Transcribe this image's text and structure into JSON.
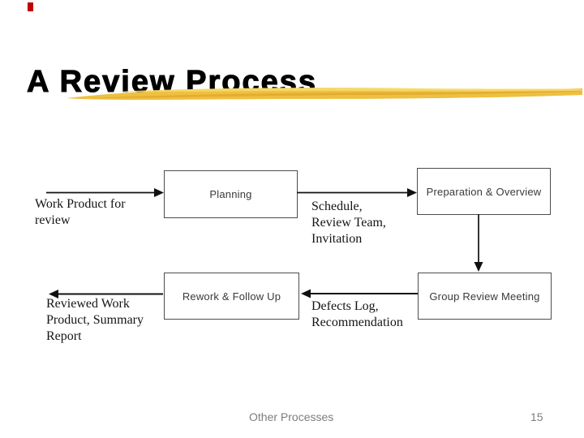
{
  "slide": {
    "title": "A Review Process",
    "footer": {
      "label": "Other Processes",
      "page_number": "15"
    },
    "colors": {
      "marker_red": "#c00000",
      "swoosh_yellow_main": "#eec041",
      "swoosh_yellow_dark": "#e0a62b",
      "swoosh_yellow_light": "#f6d968",
      "title_black": "#000000",
      "footer_gray": "#7d7d7d",
      "box_border_gray": "#4d4d4d"
    }
  },
  "diagram": {
    "boxes": [
      {
        "id": "planning",
        "label": "Planning"
      },
      {
        "id": "preparation",
        "label": "Preparation & Overview"
      },
      {
        "id": "group-review",
        "label": "Group Review Meeting"
      },
      {
        "id": "rework",
        "label": "Rework & Follow Up"
      }
    ],
    "annotations": [
      {
        "id": "work-product-input",
        "lines": [
          "Work Product for",
          "review"
        ]
      },
      {
        "id": "schedule-output",
        "lines": [
          "Schedule,",
          "Review Team,",
          "Invitation"
        ]
      },
      {
        "id": "defects-output",
        "lines": [
          "Defects Log,",
          "Recommendation"
        ]
      },
      {
        "id": "reviewed-output",
        "lines": [
          "Reviewed Work",
          "Product, Summary",
          "Report"
        ]
      }
    ],
    "flows": [
      {
        "from": "work-product-input",
        "to": "planning"
      },
      {
        "from": "planning",
        "to": "preparation"
      },
      {
        "from": "preparation",
        "to": "group-review"
      },
      {
        "from": "group-review",
        "to": "rework"
      },
      {
        "from": "rework",
        "to": "reviewed-output"
      }
    ]
  }
}
